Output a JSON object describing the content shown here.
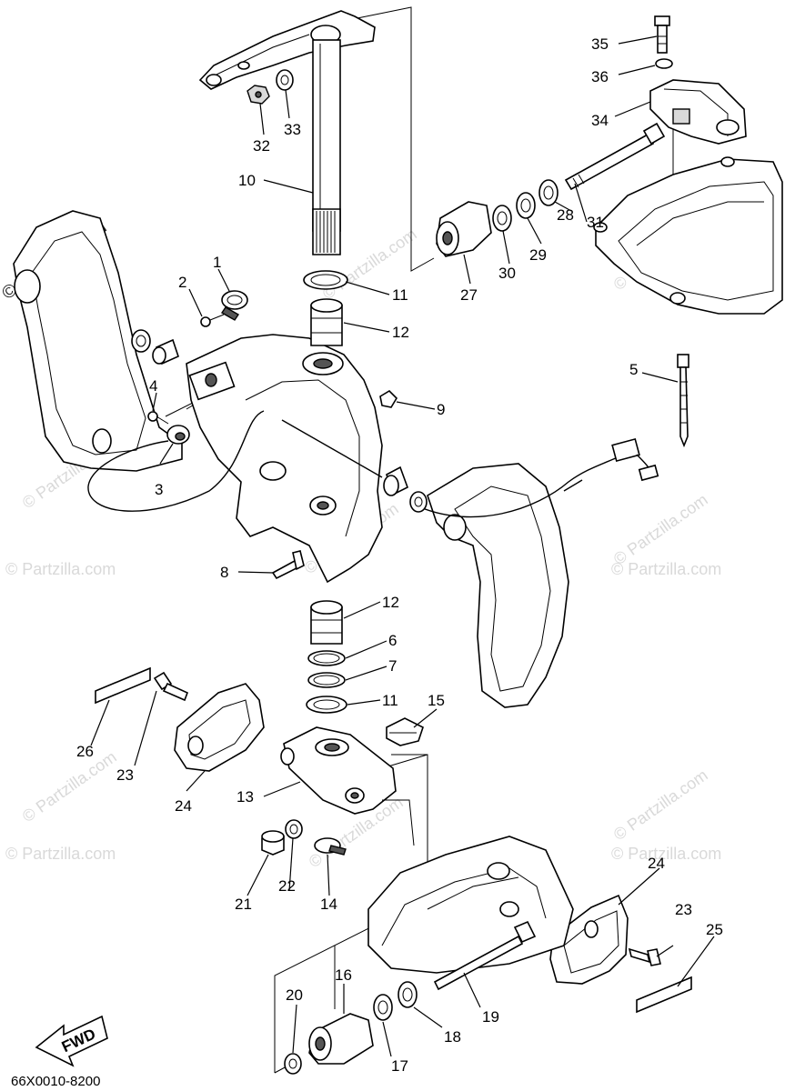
{
  "diagram": {
    "watermark": "© Partzilla.com",
    "brand": "© Partzilla.com",
    "diagram_code": "66X0010-8200",
    "fwd_label": "FWD",
    "callouts": [
      "1",
      "2",
      "3",
      "4",
      "5",
      "6",
      "7",
      "8",
      "9",
      "10",
      "11",
      "11",
      "12",
      "12",
      "13",
      "14",
      "15",
      "16",
      "17",
      "18",
      "19",
      "20",
      "21",
      "22",
      "23",
      "23",
      "24",
      "24",
      "25",
      "26",
      "27",
      "28",
      "29",
      "30",
      "31",
      "32",
      "33",
      "34",
      "35",
      "36"
    ]
  }
}
